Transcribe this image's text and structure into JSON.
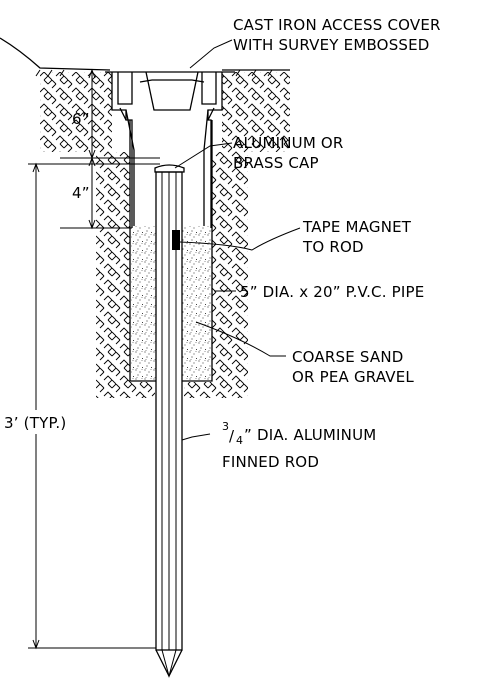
{
  "labels": {
    "cover_line1": "CAST IRON ACCESS COVER",
    "cover_line2": "WITH SURVEY EMBOSSED",
    "cap_line1": "ALUMINUM OR",
    "cap_line2": "BRASS CAP",
    "magnet_line1": "TAPE MAGNET",
    "magnet_line2": "TO ROD",
    "pipe": "5” DIA. x 20” P.V.C. PIPE",
    "sand_line1": "COARSE SAND",
    "sand_line2": "OR PEA GRAVEL",
    "rod_frac_num": "3",
    "rod_line1_rest": "” DIA. ALUMINUM",
    "rod_frac_den": "4",
    "rod_line2": "FINNED ROD"
  },
  "dimensions": {
    "depth_cover": "6”",
    "depth_cap": "4”",
    "rod_length": "3’ (TYP.)"
  }
}
